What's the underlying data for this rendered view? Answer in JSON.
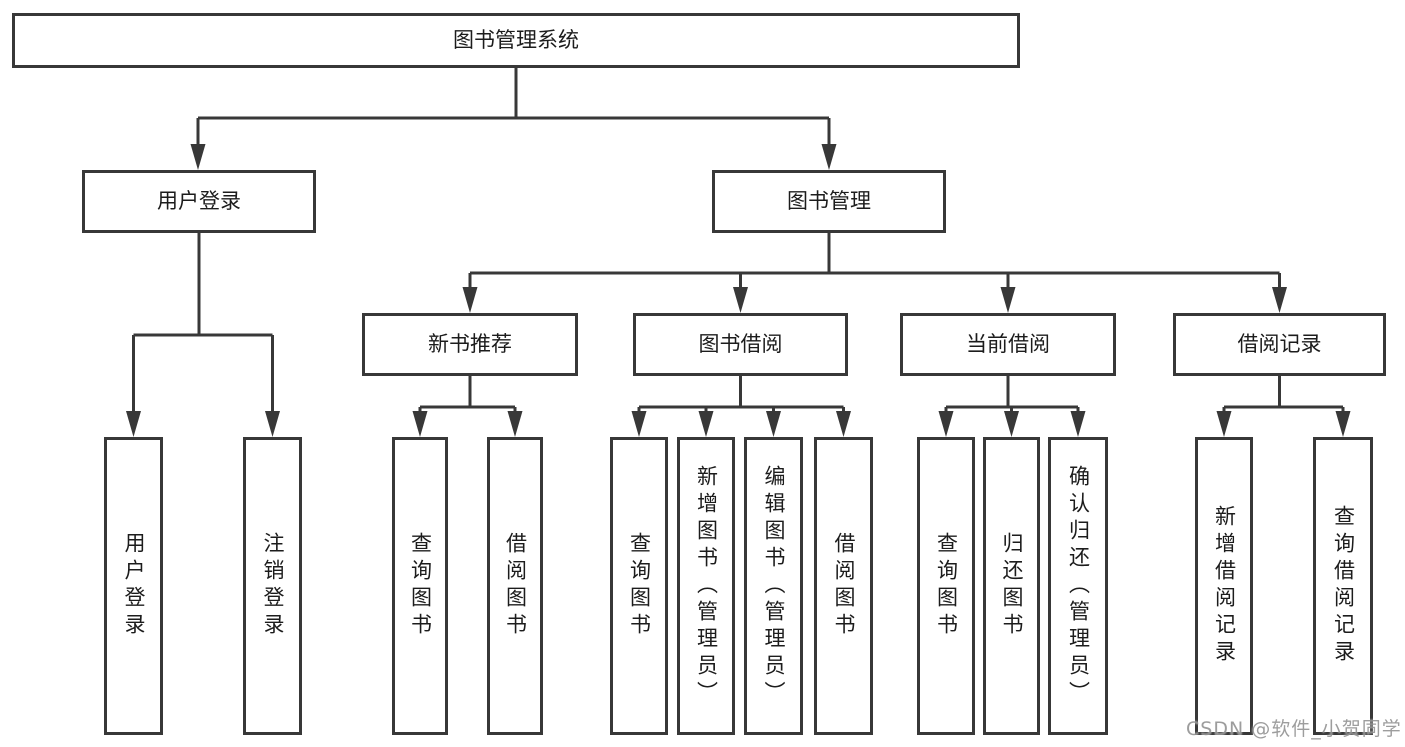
{
  "tree": {
    "root": {
      "label": "图书管理系统"
    },
    "branches": [
      {
        "label": "用户登录",
        "children": [
          {
            "label": "用户登录"
          },
          {
            "label": "注销登录"
          }
        ]
      },
      {
        "label": "图书管理",
        "children": [
          {
            "label": "新书推荐",
            "children": [
              {
                "label": "查询图书"
              },
              {
                "label": "借阅图书"
              }
            ]
          },
          {
            "label": "图书借阅",
            "children": [
              {
                "label": "查询图书"
              },
              {
                "label": "新增图书（管理员）"
              },
              {
                "label": "编辑图书（管理员）"
              },
              {
                "label": "借阅图书"
              }
            ]
          },
          {
            "label": "当前借阅",
            "children": [
              {
                "label": "查询图书"
              },
              {
                "label": "归还图书"
              },
              {
                "label": "确认归还（管理员）"
              }
            ]
          },
          {
            "label": "借阅记录",
            "children": [
              {
                "label": "新增借阅记录"
              },
              {
                "label": "查询借阅记录"
              }
            ]
          }
        ]
      }
    ]
  },
  "watermark": "CSDN @软件_小贺同学",
  "colors": {
    "line": "#383838",
    "text": "#1c1c1c",
    "watermark": "#8c8c8c",
    "background": "#ffffff"
  }
}
